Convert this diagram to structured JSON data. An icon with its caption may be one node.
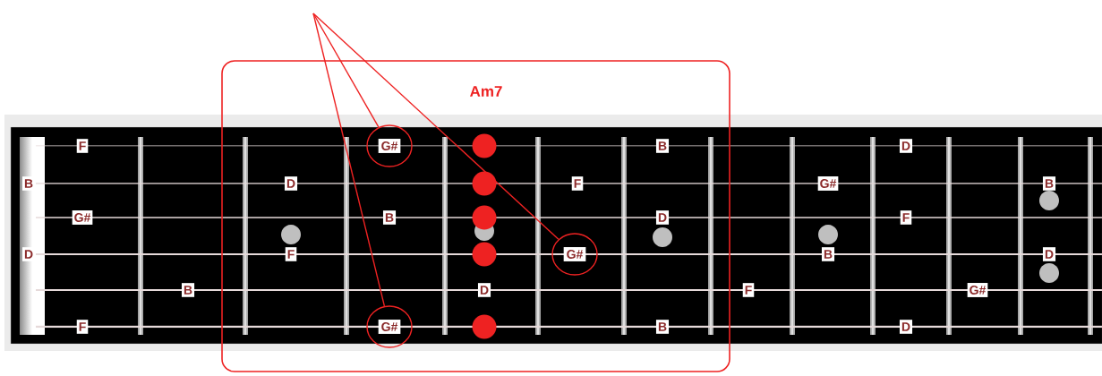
{
  "diagram": {
    "nodes": [
      {
        "text": [
          "Am7"
        ]
      },
      {
        "text": [
          "G#"
        ],
        "in": 0
      },
      {
        "text": [
          "G#"
        ],
        "in": 0
      },
      {
        "text": [
          "G#"
        ],
        "in": 0
      },
      {
        "text": [],
        "shape": "circle",
        "in": 0
      },
      {
        "text": [],
        "shape": "circle",
        "in": 0
      },
      {
        "text": [],
        "shape": "circle",
        "in": 0
      },
      {
        "text": [],
        "shape": "circle",
        "in": 0
      },
      {
        "text": [],
        "shape": "circle",
        "in": 0
      }
    ],
    "edges": [
      {
        "from": null,
        "to": 1,
        "arrow": "none"
      },
      {
        "from": null,
        "to": 2,
        "arrow": "none"
      },
      {
        "from": null,
        "to": 3,
        "arrow": "none"
      }
    ],
    "labels": [
      "F",
      "B",
      "D",
      "B",
      "D",
      "F",
      "G#",
      "B",
      "G#",
      "B",
      "D",
      "F",
      "D",
      "F",
      "B",
      "D",
      "B",
      "D",
      "F",
      "G#",
      "F",
      "B",
      "D"
    ]
  }
}
